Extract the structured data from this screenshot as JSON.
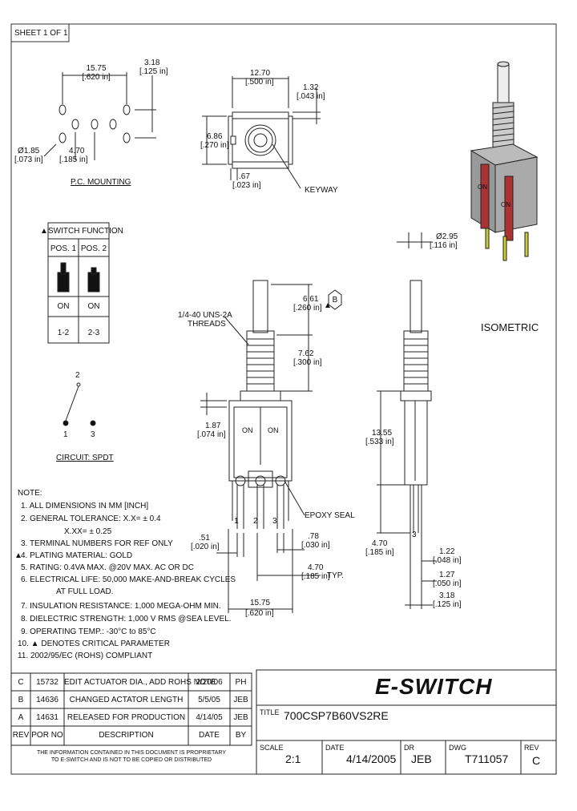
{
  "sheet": "SHEET 1 OF 1",
  "pc_mounting": {
    "title": "P.C. MOUNTING",
    "dim_1575": "15.75",
    "dim_1575_in": "[.620 in]",
    "dim_318": "3.18",
    "dim_318_in": "[.125 in]",
    "dim_185": "Ø1.85",
    "dim_185_in": "[.073 in]",
    "dim_470": "4.70",
    "dim_470_in": "[.185 in]"
  },
  "top_view": {
    "dim_1270": "12.70",
    "dim_1270_in": "[.500 in]",
    "dim_132": "1.32",
    "dim_132_in": "[.043 in]",
    "dim_686": "6.86",
    "dim_686_in": "[.270 in]",
    "dim_067": ".67",
    "dim_067_in": "[.023 in]",
    "keyway": "KEYWAY"
  },
  "switch_function": {
    "title": "SWITCH FUNCTION",
    "pos1": "POS. 1",
    "pos2": "POS. 2",
    "state1": "ON",
    "state2": "ON",
    "conn1": "1-2",
    "conn2": "2-3"
  },
  "circuit": {
    "label": "CIRCUIT: SPDT",
    "t1": "1",
    "t2": "2",
    "t3": "3"
  },
  "isometric": {
    "label": "ISOMETRIC",
    "dim_295": "Ø2.95",
    "dim_295_in": "[.116 in]"
  },
  "front_view": {
    "thread": "1/4-40 UNS-2A",
    "thread2": "THREADS",
    "dim_661": "6.61",
    "dim_661_in": "[.260 in]",
    "b_marker": "B",
    "dim_762": "7.62",
    "dim_762_in": "[.300 in]",
    "dim_187": "1.87",
    "dim_187_in": "[.074 in]",
    "on_left": "ON",
    "on_right": "ON",
    "epoxy": "EPOXY SEAL",
    "t1": "1",
    "t2": "2",
    "t3": "3",
    "dim_051": ".51",
    "dim_051_in": "[.020 in]",
    "dim_078": ".78",
    "dim_078_in": "[.030 in]",
    "dim_470": "4.70",
    "dim_470_in": "[.185 in]",
    "typ": "TYP.",
    "dim_1575": "15.75",
    "dim_1575_in": "[.620 in]"
  },
  "side_view": {
    "dim_1355": "13.55",
    "dim_1355_in": "[.533 in]",
    "dim_470": "4.70",
    "dim_470_in": "[.185 in]",
    "t3": "3",
    "dim_122": "1.22",
    "dim_122_in": "[.048 in]",
    "dim_127": "1.27",
    "dim_127_in": "[.050 in]",
    "dim_318": "3.18",
    "dim_318_in": "[.125 in]"
  },
  "notes": {
    "title": "NOTE:",
    "n1": "1. ALL DIMENSIONS IN MM [INCH]",
    "n2": "2. GENERAL TOLERANCE: X.X= ± 0.4",
    "n2b": "X.XX= ± 0.25",
    "n3": "3. TERMINAL NUMBERS FOR REF ONLY",
    "n4": "4. PLATING MATERIAL: GOLD",
    "n5": "5. RATING: 0.4VA MAX. @20V MAX. AC OR DC",
    "n6": "6. ELECTRICAL LIFE: 50,000 MAKE-AND-BREAK CYCLES",
    "n6b": "AT FULL LOAD.",
    "n7": "7. INSULATION RESISTANCE: 1,000 MEGA-OHM MIN.",
    "n8": "8. DIELECTRIC STRENGTH: 1,000 V RMS @SEA LEVEL.",
    "n9": "9. OPERATING TEMP.: -30°C to 85°C",
    "n10": "10. ▲ DENOTES CRITICAL PARAMETER",
    "n11": "11. 2002/95/EC (ROHS) COMPLIANT"
  },
  "revisions": {
    "rows": [
      {
        "rev": "C",
        "por": "15732",
        "desc": "EDIT ACTUATOR DIA., ADD ROHS NOTE",
        "date": "2/20/06",
        "by": "PH"
      },
      {
        "rev": "B",
        "por": "14636",
        "desc": "CHANGED ACTATOR LENGTH",
        "date": "5/5/05",
        "by": "JEB"
      },
      {
        "rev": "A",
        "por": "14631",
        "desc": "RELEASED FOR PRODUCTION",
        "date": "4/14/05",
        "by": "JEB"
      }
    ],
    "header": {
      "rev": "REV",
      "por": "POR NO",
      "desc": "DESCRIPTION",
      "date": "DATE",
      "by": "BY"
    }
  },
  "proprietary": {
    "line1": "THE INFORMATION CONTAINED IN THIS DOCUMENT IS PROPRIETARY",
    "line2": "TO E-SWITCH AND IS NOT TO BE COPIED OR DISTRIBUTED"
  },
  "title_block": {
    "logo": "E-SWITCH",
    "title_label": "TITLE",
    "title_value": "700CSP7B60VS2RE",
    "scale_label": "SCALE",
    "scale_value": "2:1",
    "date_label": "DATE",
    "date_value": "4/14/2005",
    "dr_label": "DR",
    "dr_value": "JEB",
    "dwg_label": "DWG",
    "dwg_value": "T711057",
    "rev_label": "REV",
    "rev_value": "C"
  }
}
